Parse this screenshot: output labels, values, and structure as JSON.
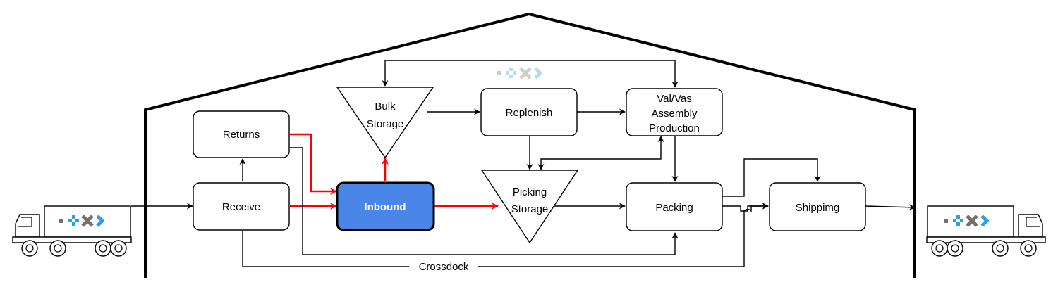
{
  "nodes": {
    "returns": "Returns",
    "receive": "Receive",
    "inbound": "Inbound",
    "bulk_storage": [
      "Bulk",
      "Storage"
    ],
    "replenish": "Replenish",
    "val_vas": [
      "Val/Vas",
      "Assembly",
      "Production"
    ],
    "picking_storage": [
      "Picking",
      "Storage"
    ],
    "packing": "Packing",
    "shipping": "Shippimg"
  },
  "edge_labels": {
    "crossdock": "Crossdock"
  },
  "colors": {
    "highlight_flow": "#ff0000",
    "inbound_fill": "#4a86e8",
    "logo_gray": "#7a6e66",
    "logo_blue": "#2b9fe6",
    "logo_light": "#cfe8f8"
  },
  "icons": [
    "truck-icon",
    "brand-logo-icon"
  ]
}
